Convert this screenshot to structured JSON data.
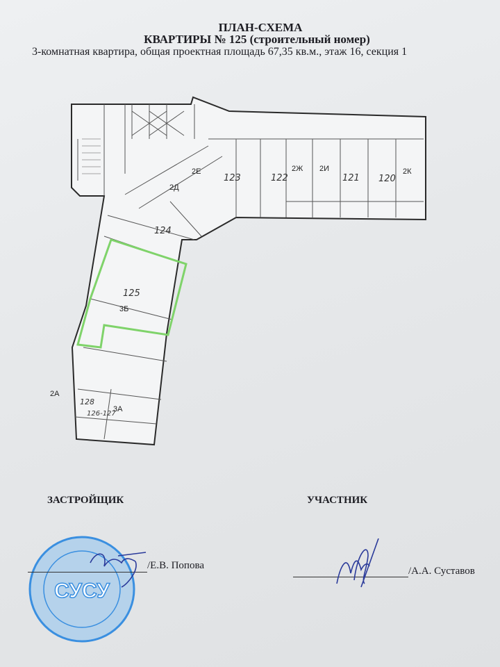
{
  "header": {
    "title": "ПЛАН-СХЕМА",
    "subtitle": "КВАРТИРЫ № 125 (строительный номер)",
    "description": "3-комнатная квартира, общая проектная площадь 67,35 кв.м., этаж 16, секция 1"
  },
  "plan": {
    "unit_types": [
      "2Е",
      "2Д",
      "2Ж",
      "2И",
      "2К",
      "3Б",
      "2А",
      "3А"
    ],
    "handwritten_numbers": [
      "123",
      "122",
      "121",
      "120",
      "124",
      "125",
      "128",
      "126-127"
    ],
    "highlight_color": "#7fd36a"
  },
  "signatures": {
    "developer_label": "ЗАСТРОЙЩИК",
    "developer_name": "/Е.В. Попова",
    "participant_label": "УЧАСТНИК",
    "participant_name": "/А.А. Суставов",
    "stamp_text": "СУСУ",
    "stamp_color": "#3a8fe0"
  }
}
